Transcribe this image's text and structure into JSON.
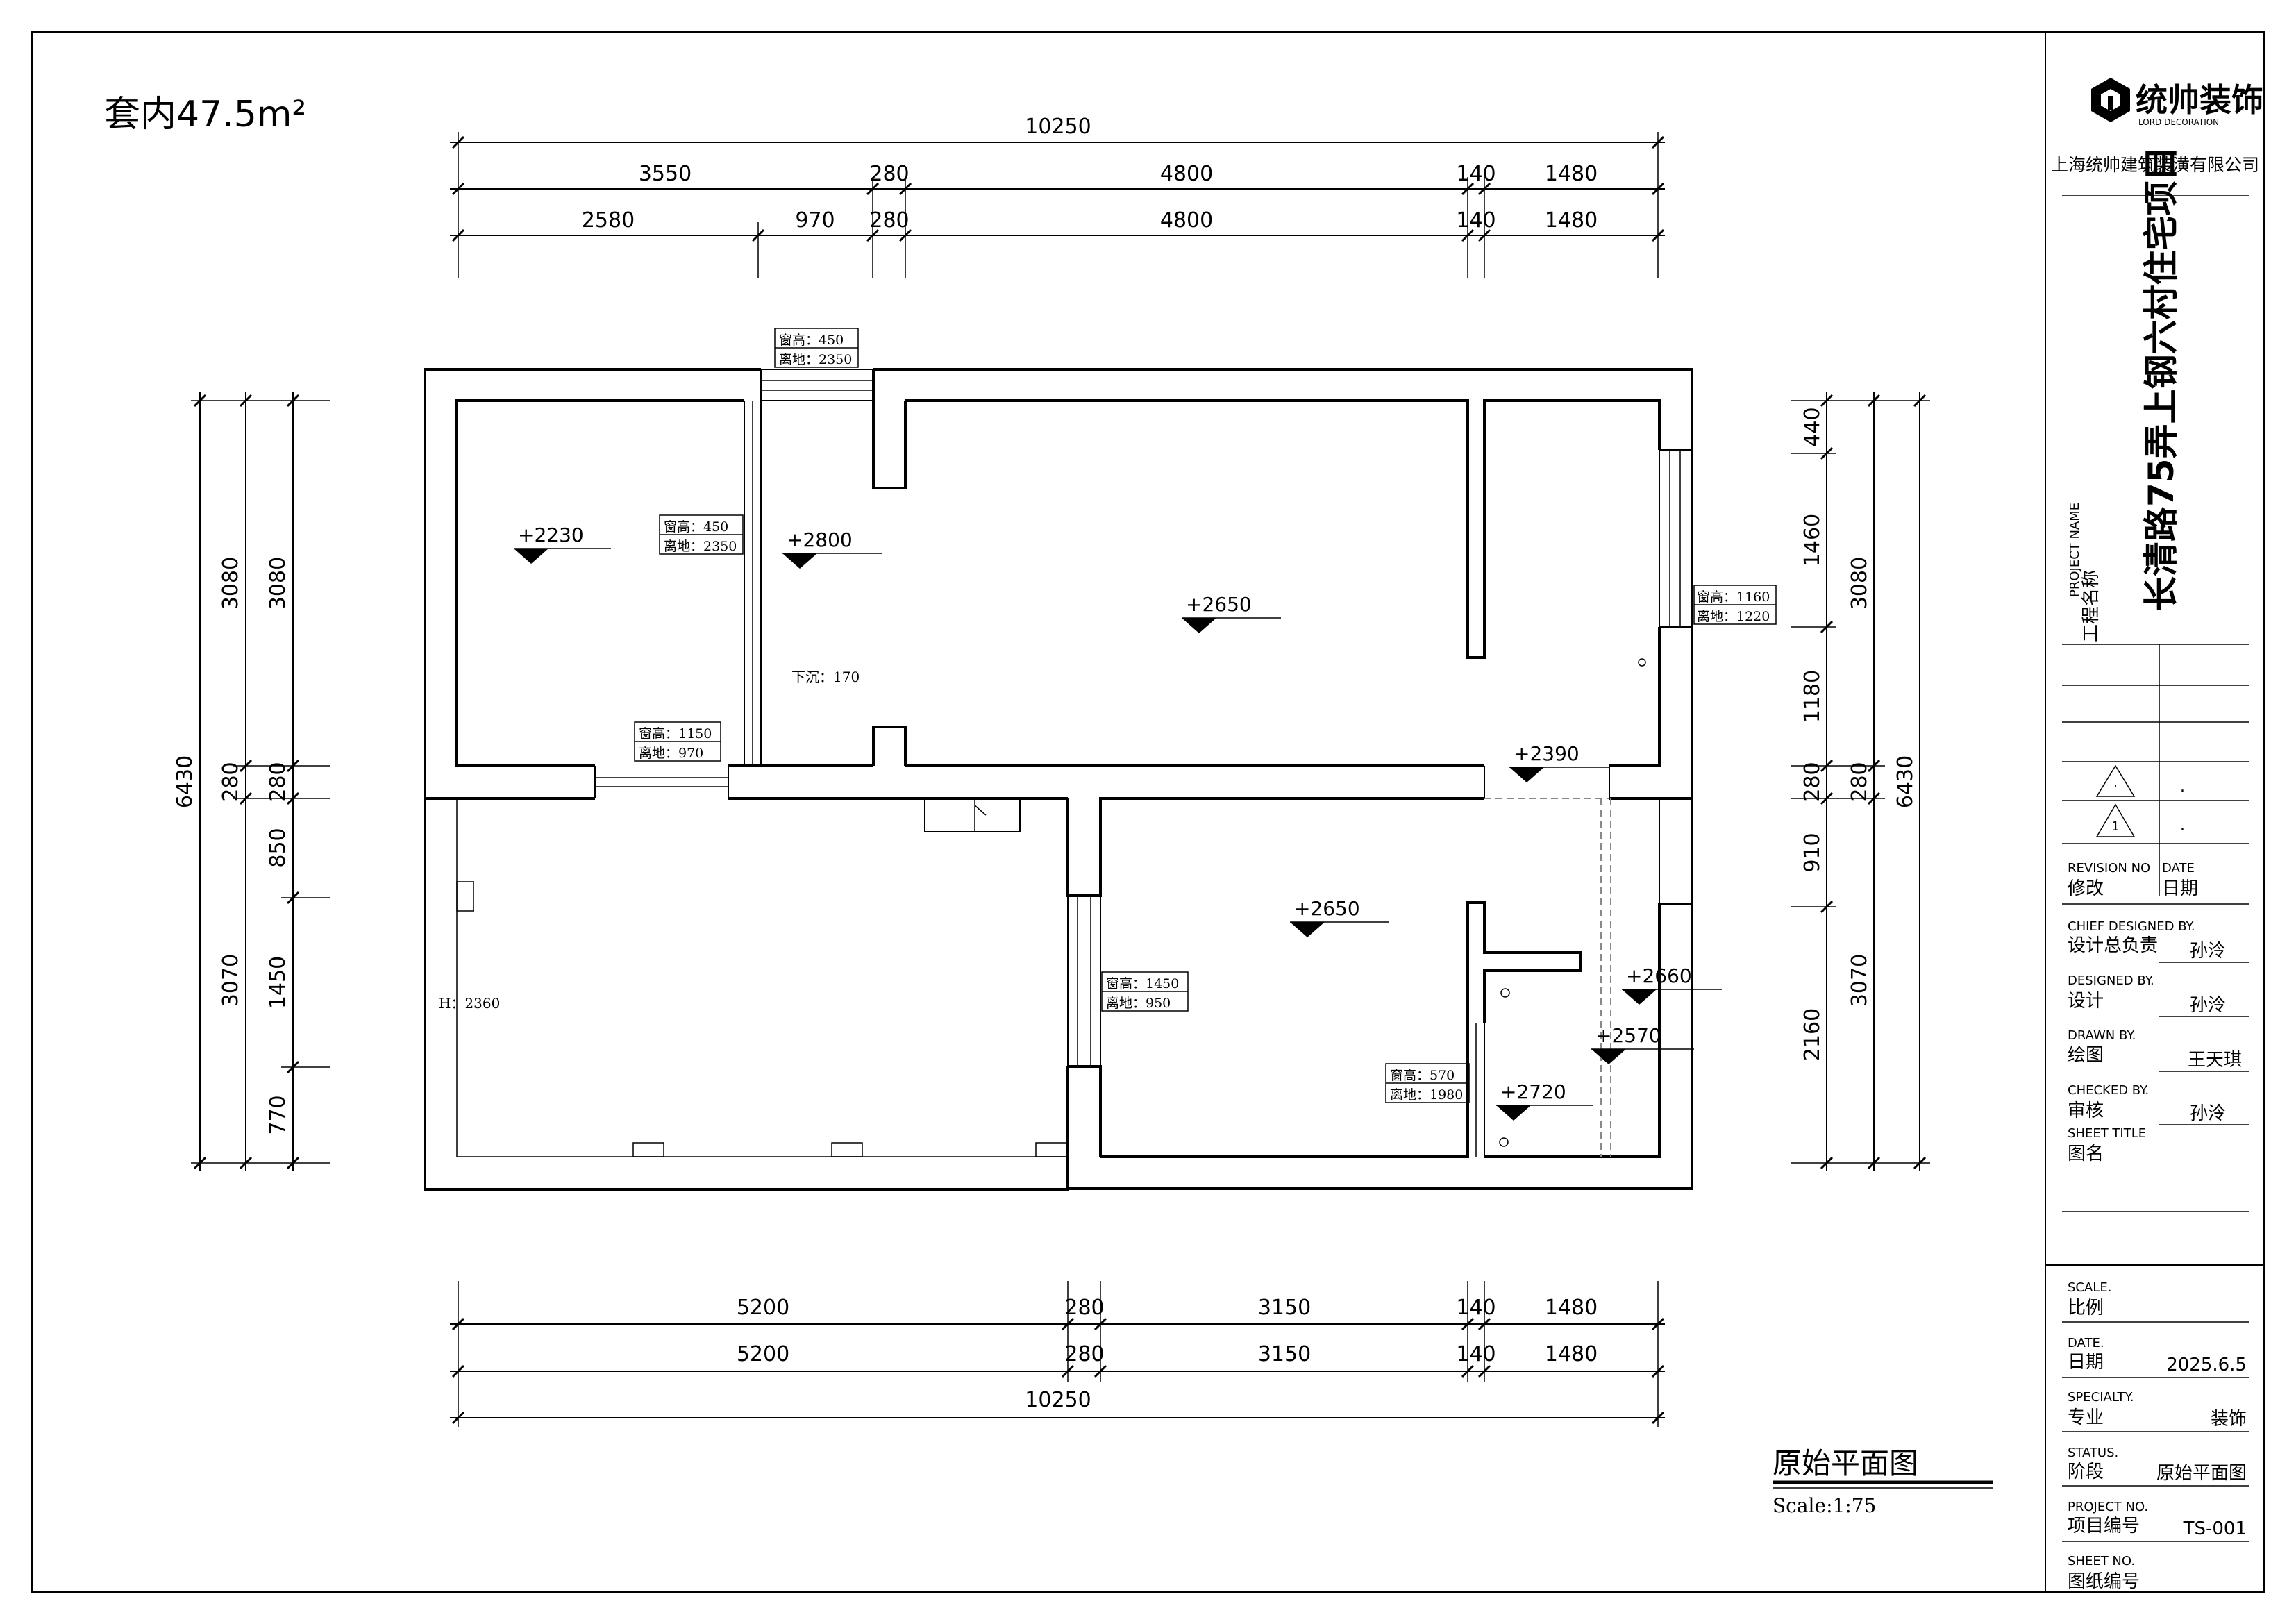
{
  "area_label": "套内47.5m²",
  "top_dims": {
    "overall": "10250",
    "row1": [
      "3550",
      "280",
      "4800",
      "140",
      "1480"
    ],
    "row2": [
      "2580",
      "970",
      "280",
      "4800",
      "140",
      "1480"
    ]
  },
  "bottom_dims": {
    "row1": [
      "5200",
      "280",
      "3150",
      "140",
      "1480"
    ],
    "row2": [
      "5200",
      "280",
      "3150",
      "140",
      "1480"
    ],
    "overall": "10250"
  },
  "left_dims": {
    "overall": "6430",
    "col1": [
      "3080",
      "280",
      "3070"
    ],
    "col2": [
      "3080",
      "280",
      "850",
      "1450",
      "770"
    ]
  },
  "right_dims": {
    "overall": "6430",
    "col1": [
      "440",
      "1460",
      "1180",
      "280",
      "910",
      "2160"
    ],
    "col2": [
      "3080",
      "280",
      "3070"
    ]
  },
  "elevations": [
    "+2230",
    "+2800",
    "+2650",
    "+2390",
    "+2650",
    "+2660",
    "+2570",
    "+2720"
  ],
  "windows": [
    {
      "h": "窗高：450",
      "g": "离地：2350"
    },
    {
      "h": "窗高：450",
      "g": "离地：2350"
    },
    {
      "h": "窗高：1150",
      "g": "离地：970"
    },
    {
      "h": "窗高：1160",
      "g": "离地：1220"
    },
    {
      "h": "窗高：1450",
      "g": "离地：950"
    },
    {
      "h": "窗高：570",
      "g": "离地：1980"
    }
  ],
  "notes": {
    "sink": "下沉：170",
    "height": "H：2360"
  },
  "drawing_title": "原始平面图",
  "scale_label": "Scale:1:75",
  "title_block": {
    "company_name": "统帅装饰",
    "company_sub": "LORD DECORATION",
    "company_full": "上海统帅建筑装潢有限公司",
    "project_name_en": "PROJECT NAME",
    "project_name_cn": "工程名称",
    "project_title": "长清路75弄上钢六村住宅项目",
    "revisions": [
      {
        "mark": "·",
        "value": "."
      },
      {
        "mark": "1",
        "value": "."
      }
    ],
    "revision_en": "REVISION NO",
    "revision_cn": "修改",
    "date_en": "DATE",
    "date_cn": "日期",
    "rows": [
      {
        "en": "CHIEF DESIGNED BY.",
        "cn": "设计总负责",
        "val": "孙泠"
      },
      {
        "en": "DESIGNED BY.",
        "cn": "设计",
        "val": "孙泠"
      },
      {
        "en": "DRAWN BY.",
        "cn": "绘图",
        "val": "王天琪"
      },
      {
        "en": "CHECKED BY.",
        "cn": "审核",
        "val": "孙泠"
      }
    ],
    "sheet_title_en": "SHEET TITLE",
    "sheet_title_cn": "图名",
    "info": [
      {
        "en": "SCALE.",
        "cn": "比例",
        "val": ""
      },
      {
        "en": "DATE.",
        "cn": "日期",
        "val": "2025.6.5"
      },
      {
        "en": "SPECIALTY.",
        "cn": "专业",
        "val": "装饰"
      },
      {
        "en": "STATUS.",
        "cn": "阶段",
        "val": "原始平面图"
      },
      {
        "en": "PROJECT NO.",
        "cn": "项目编号",
        "val": "TS-001"
      },
      {
        "en": "SHEET NO.",
        "cn": "图纸编号",
        "val": ""
      }
    ]
  }
}
